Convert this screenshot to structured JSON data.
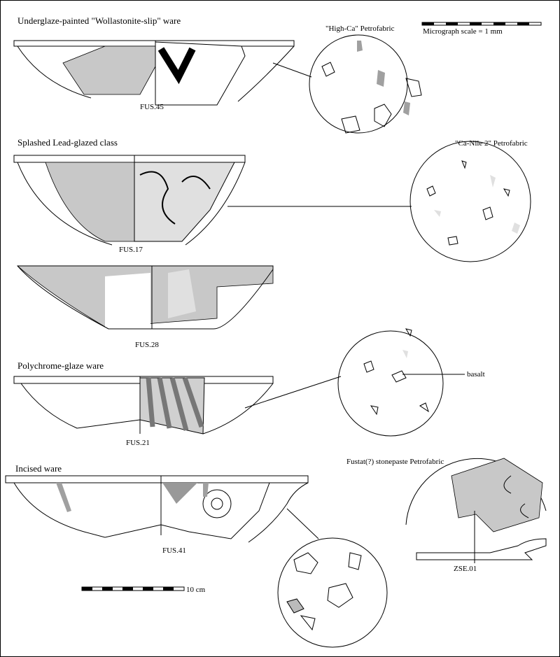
{
  "sections": [
    {
      "title": "Underglaze-painted \"Wollastonite-slip\" ware",
      "sherd": "FUS.45",
      "petrofabric": "\"High-Ca\" Petrofabric"
    },
    {
      "title": "Splashed Lead-glazed class",
      "sherd": "FUS.17",
      "petrofabric": "\"Ca-Nile 2\" Petrofabric"
    },
    {
      "title": "",
      "sherd": "FUS.28"
    },
    {
      "title": "Polychrome-glaze ware",
      "sherd": "FUS.21",
      "annotation": "basalt"
    },
    {
      "title": "Incised ware",
      "sherd": "FUS.41",
      "petrofabric": "Fustat(?) stonepaste Petrofabric"
    },
    {
      "title": "",
      "sherd": "ZSE.01"
    }
  ],
  "scales": {
    "micrograph": "Micrograph scale = 1 mm",
    "drawing": "10 cm"
  },
  "colors": {
    "ink": "#000000",
    "light_glaze": "#c8c8c8",
    "dark_glaze": "#a0a0a0"
  }
}
